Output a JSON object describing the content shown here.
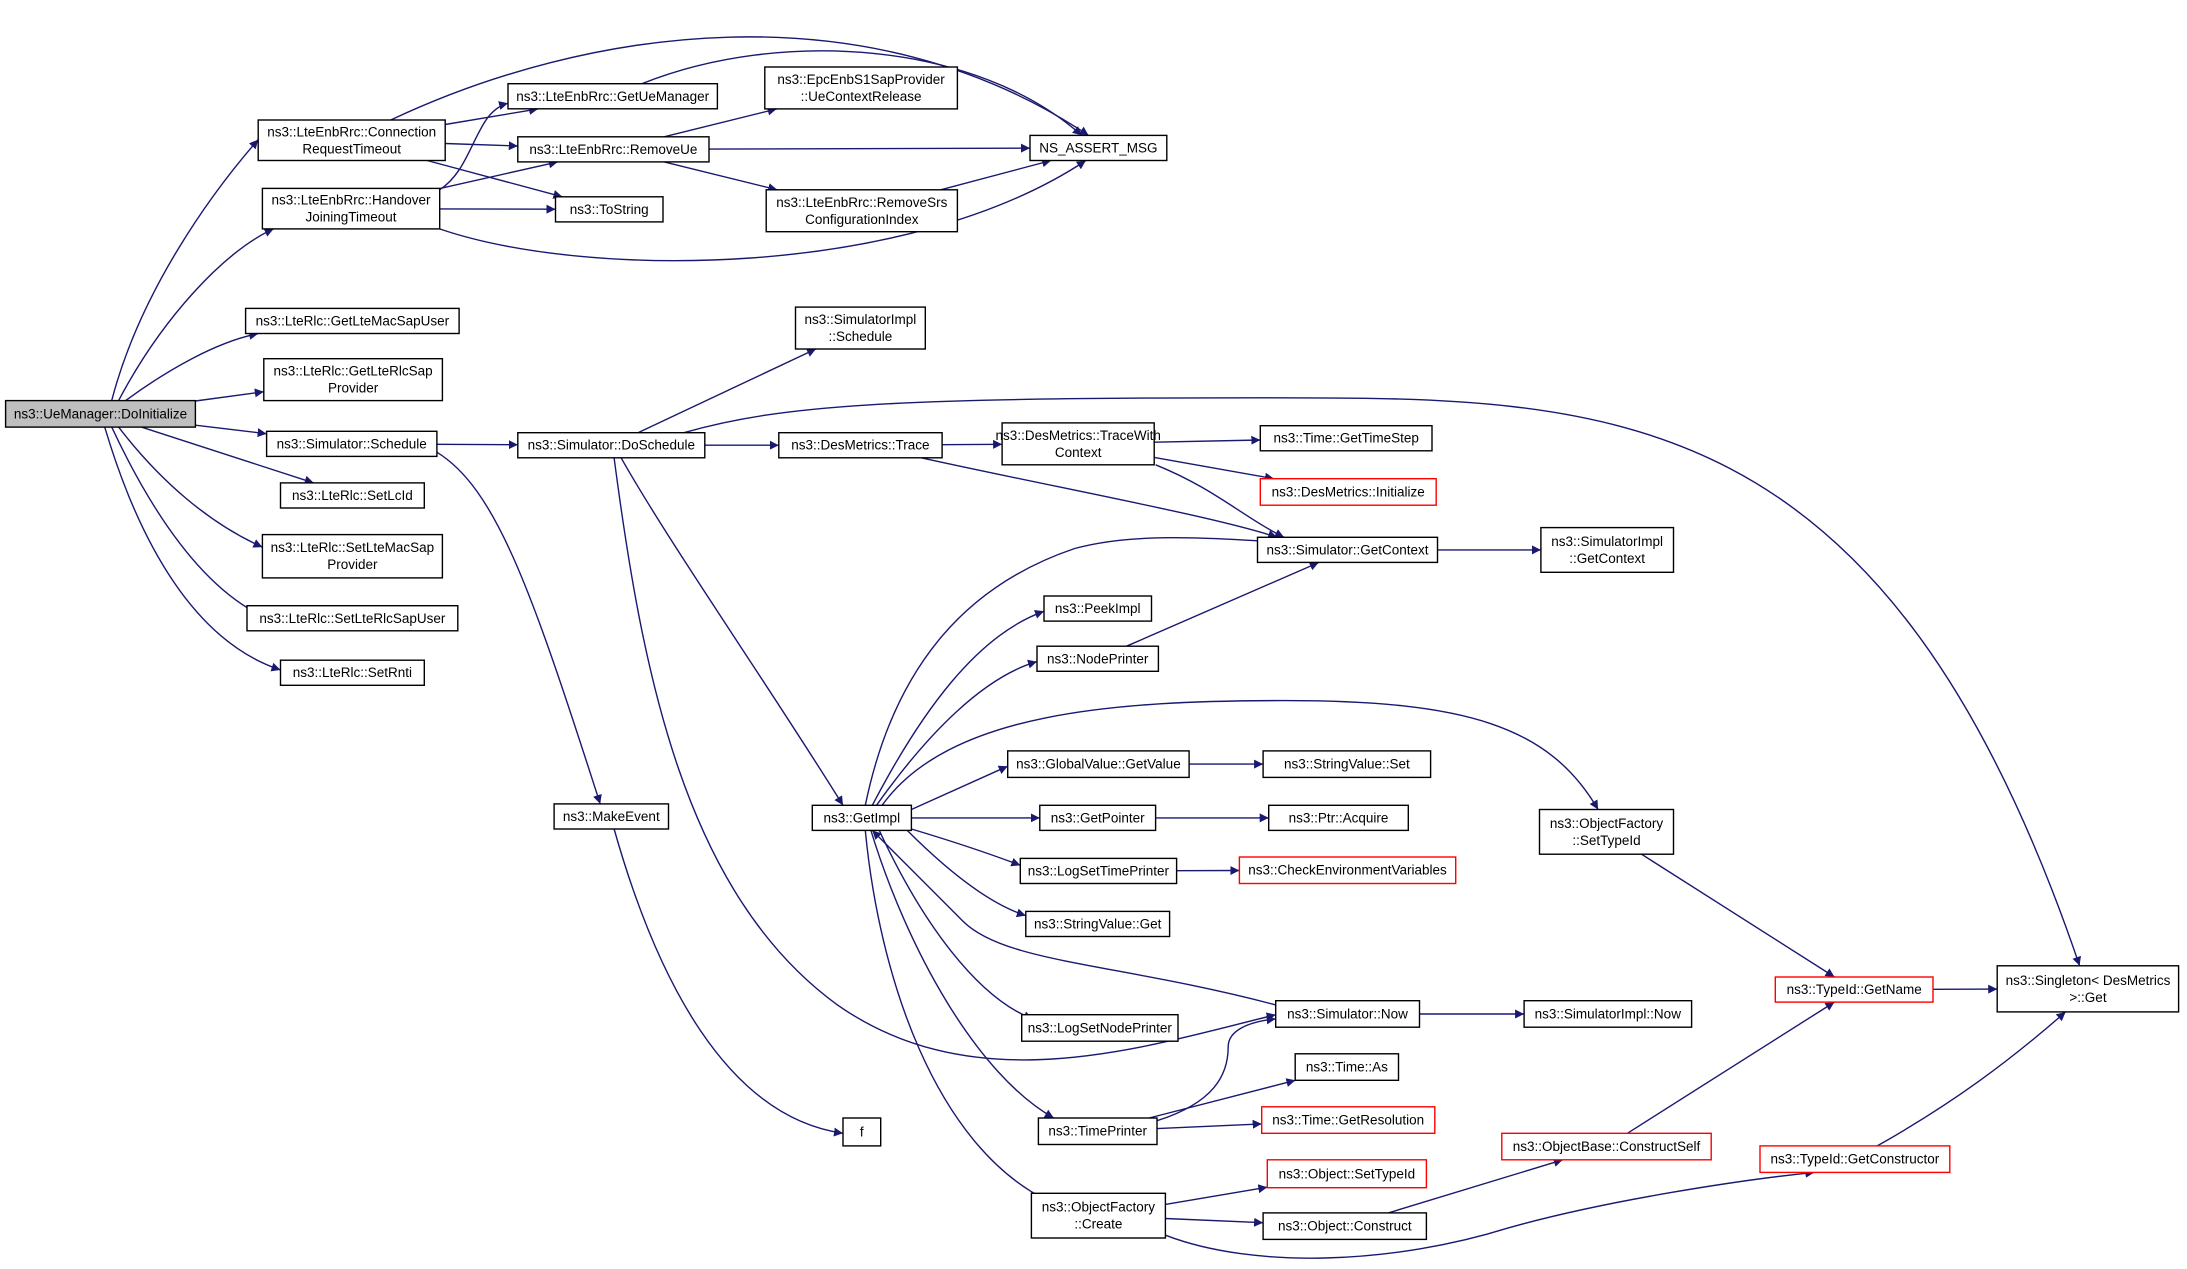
{
  "colors": {
    "edge": "#191970",
    "node_border": "#000000",
    "node_border_truncated": "#ff0000",
    "root_fill": "#bfbfbf",
    "node_fill": "#ffffff"
  },
  "nodes": [
    {
      "id": "root",
      "lines": [
        "ns3::UeManager::DoInitialize"
      ],
      "style": "root"
    },
    {
      "id": "conn_timeout",
      "lines": [
        "ns3::LteEnbRrc::Connection",
        "RequestTimeout"
      ],
      "style": "normal"
    },
    {
      "id": "ho_timeout",
      "lines": [
        "ns3::LteEnbRrc::Handover",
        "JoiningTimeout"
      ],
      "style": "normal"
    },
    {
      "id": "get_ue_manager",
      "lines": [
        "ns3::LteEnbRrc::GetUeManager"
      ],
      "style": "normal"
    },
    {
      "id": "remove_ue",
      "lines": [
        "ns3::LteEnbRrc::RemoveUe"
      ],
      "style": "normal"
    },
    {
      "id": "to_string",
      "lines": [
        "ns3::ToString"
      ],
      "style": "normal"
    },
    {
      "id": "ue_ctx_release",
      "lines": [
        "ns3::EpcEnbS1SapProvider",
        "::UeContextRelease"
      ],
      "style": "normal"
    },
    {
      "id": "remove_srs",
      "lines": [
        "ns3::LteEnbRrc::RemoveSrs",
        "ConfigurationIndex"
      ],
      "style": "normal"
    },
    {
      "id": "ns_assert",
      "lines": [
        "NS_ASSERT_MSG"
      ],
      "style": "normal"
    },
    {
      "id": "get_lte_mac_sap_user",
      "lines": [
        "ns3::LteRlc::GetLteMacSapUser"
      ],
      "style": "normal"
    },
    {
      "id": "get_lte_rlc_sap_provider",
      "lines": [
        "ns3::LteRlc::GetLteRlcSap",
        "Provider"
      ],
      "style": "normal"
    },
    {
      "id": "sim_schedule",
      "lines": [
        "ns3::Simulator::Schedule"
      ],
      "style": "normal"
    },
    {
      "id": "set_lcid",
      "lines": [
        "ns3::LteRlc::SetLcId"
      ],
      "style": "normal"
    },
    {
      "id": "set_lte_mac_sap_provider",
      "lines": [
        "ns3::LteRlc::SetLteMacSap",
        "Provider"
      ],
      "style": "normal"
    },
    {
      "id": "set_lte_rlc_sap_user",
      "lines": [
        "ns3::LteRlc::SetLteRlcSapUser"
      ],
      "style": "normal"
    },
    {
      "id": "set_rnti",
      "lines": [
        "ns3::LteRlc::SetRnti"
      ],
      "style": "normal"
    },
    {
      "id": "simimpl_schedule",
      "lines": [
        "ns3::SimulatorImpl",
        "::Schedule"
      ],
      "style": "normal"
    },
    {
      "id": "do_schedule",
      "lines": [
        "ns3::Simulator::DoSchedule"
      ],
      "style": "normal"
    },
    {
      "id": "des_trace",
      "lines": [
        "ns3::DesMetrics::Trace"
      ],
      "style": "normal"
    },
    {
      "id": "trace_with_ctx",
      "lines": [
        "ns3::DesMetrics::TraceWith",
        "Context"
      ],
      "style": "normal"
    },
    {
      "id": "get_time_step",
      "lines": [
        "ns3::Time::GetTimeStep"
      ],
      "style": "normal"
    },
    {
      "id": "des_initialize",
      "lines": [
        "ns3::DesMetrics::Initialize"
      ],
      "style": "truncated"
    },
    {
      "id": "sim_get_context",
      "lines": [
        "ns3::Simulator::GetContext"
      ],
      "style": "normal"
    },
    {
      "id": "simimpl_get_context",
      "lines": [
        "ns3::SimulatorImpl",
        "::GetContext"
      ],
      "style": "normal"
    },
    {
      "id": "peek_impl",
      "lines": [
        "ns3::PeekImpl"
      ],
      "style": "normal"
    },
    {
      "id": "node_printer",
      "lines": [
        "ns3::NodePrinter"
      ],
      "style": "normal"
    },
    {
      "id": "make_event",
      "lines": [
        "ns3::MakeEvent"
      ],
      "style": "normal"
    },
    {
      "id": "get_impl",
      "lines": [
        "ns3::GetImpl"
      ],
      "style": "normal"
    },
    {
      "id": "gv_get_value",
      "lines": [
        "ns3::GlobalValue::GetValue"
      ],
      "style": "normal"
    },
    {
      "id": "sv_set",
      "lines": [
        "ns3::StringValue::Set"
      ],
      "style": "normal"
    },
    {
      "id": "get_pointer",
      "lines": [
        "ns3::GetPointer"
      ],
      "style": "normal"
    },
    {
      "id": "ptr_acquire",
      "lines": [
        "ns3::Ptr::Acquire"
      ],
      "style": "normal"
    },
    {
      "id": "log_set_time_printer",
      "lines": [
        "ns3::LogSetTimePrinter"
      ],
      "style": "normal"
    },
    {
      "id": "check_env_vars",
      "lines": [
        "ns3::CheckEnvironmentVariables"
      ],
      "style": "truncated"
    },
    {
      "id": "sv_get",
      "lines": [
        "ns3::StringValue::Get"
      ],
      "style": "normal"
    },
    {
      "id": "of_set_type_id",
      "lines": [
        "ns3::ObjectFactory",
        "::SetTypeId"
      ],
      "style": "normal"
    },
    {
      "id": "sim_now",
      "lines": [
        "ns3::Simulator::Now"
      ],
      "style": "normal"
    },
    {
      "id": "simimpl_now",
      "lines": [
        "ns3::SimulatorImpl::Now"
      ],
      "style": "normal"
    },
    {
      "id": "typeid_get_name",
      "lines": [
        "ns3::TypeId::GetName"
      ],
      "style": "truncated"
    },
    {
      "id": "singleton_get",
      "lines": [
        "ns3::Singleton< DesMetrics",
        ">::Get"
      ],
      "style": "normal"
    },
    {
      "id": "log_set_node_printer",
      "lines": [
        "ns3::LogSetNodePrinter"
      ],
      "style": "normal"
    },
    {
      "id": "time_as",
      "lines": [
        "ns3::Time::As"
      ],
      "style": "normal"
    },
    {
      "id": "time_printer",
      "lines": [
        "ns3::TimePrinter"
      ],
      "style": "normal"
    },
    {
      "id": "time_get_resolution",
      "lines": [
        "ns3::Time::GetResolution"
      ],
      "style": "truncated"
    },
    {
      "id": "f",
      "lines": [
        "f"
      ],
      "style": "normal"
    },
    {
      "id": "ob_construct_self",
      "lines": [
        "ns3::ObjectBase::ConstructSelf"
      ],
      "style": "truncated"
    },
    {
      "id": "typeid_get_constructor",
      "lines": [
        "ns3::TypeId::GetConstructor"
      ],
      "style": "truncated"
    },
    {
      "id": "obj_set_type_id",
      "lines": [
        "ns3::Object::SetTypeId"
      ],
      "style": "truncated"
    },
    {
      "id": "of_create",
      "lines": [
        "ns3::ObjectFactory",
        "::Create"
      ],
      "style": "normal"
    },
    {
      "id": "obj_construct",
      "lines": [
        "ns3::Object::Construct"
      ],
      "style": "normal"
    }
  ],
  "edges": [
    [
      "root",
      "conn_timeout"
    ],
    [
      "root",
      "ho_timeout"
    ],
    [
      "root",
      "get_lte_mac_sap_user"
    ],
    [
      "root",
      "get_lte_rlc_sap_provider"
    ],
    [
      "root",
      "sim_schedule"
    ],
    [
      "root",
      "set_lcid"
    ],
    [
      "root",
      "set_lte_mac_sap_provider"
    ],
    [
      "root",
      "set_lte_rlc_sap_user"
    ],
    [
      "root",
      "set_rnti"
    ],
    [
      "conn_timeout",
      "ns_assert"
    ],
    [
      "conn_timeout",
      "get_ue_manager"
    ],
    [
      "conn_timeout",
      "remove_ue"
    ],
    [
      "conn_timeout",
      "to_string"
    ],
    [
      "ho_timeout",
      "get_ue_manager"
    ],
    [
      "ho_timeout",
      "remove_ue"
    ],
    [
      "ho_timeout",
      "to_string"
    ],
    [
      "ho_timeout",
      "ns_assert"
    ],
    [
      "get_ue_manager",
      "ns_assert"
    ],
    [
      "remove_ue",
      "ue_ctx_release"
    ],
    [
      "remove_ue",
      "ns_assert"
    ],
    [
      "remove_ue",
      "remove_srs"
    ],
    [
      "remove_srs",
      "ns_assert"
    ],
    [
      "sim_schedule",
      "do_schedule"
    ],
    [
      "sim_schedule",
      "make_event"
    ],
    [
      "do_schedule",
      "simimpl_schedule"
    ],
    [
      "do_schedule",
      "singleton_get"
    ],
    [
      "do_schedule",
      "des_trace"
    ],
    [
      "do_schedule",
      "get_impl"
    ],
    [
      "do_schedule",
      "sim_now"
    ],
    [
      "des_trace",
      "trace_with_ctx"
    ],
    [
      "des_trace",
      "sim_get_context"
    ],
    [
      "trace_with_ctx",
      "get_time_step"
    ],
    [
      "trace_with_ctx",
      "des_initialize"
    ],
    [
      "trace_with_ctx",
      "sim_get_context"
    ],
    [
      "sim_get_context",
      "simimpl_get_context"
    ],
    [
      "node_printer",
      "sim_get_context"
    ],
    [
      "make_event",
      "f"
    ],
    [
      "get_impl",
      "sim_get_context"
    ],
    [
      "get_impl",
      "peek_impl"
    ],
    [
      "get_impl",
      "node_printer"
    ],
    [
      "get_impl",
      "of_set_type_id"
    ],
    [
      "get_impl",
      "gv_get_value"
    ],
    [
      "get_impl",
      "get_pointer"
    ],
    [
      "get_impl",
      "log_set_time_printer"
    ],
    [
      "get_impl",
      "sv_get"
    ],
    [
      "get_impl",
      "log_set_node_printer"
    ],
    [
      "get_impl",
      "time_printer"
    ],
    [
      "get_impl",
      "of_create"
    ],
    [
      "sim_now",
      "get_impl"
    ],
    [
      "sim_now",
      "simimpl_now"
    ],
    [
      "gv_get_value",
      "sv_set"
    ],
    [
      "get_pointer",
      "ptr_acquire"
    ],
    [
      "log_set_time_printer",
      "check_env_vars"
    ],
    [
      "of_set_type_id",
      "typeid_get_name"
    ],
    [
      "typeid_get_name",
      "singleton_get"
    ],
    [
      "time_printer",
      "sim_now"
    ],
    [
      "time_printer",
      "time_as"
    ],
    [
      "time_printer",
      "time_get_resolution"
    ],
    [
      "of_create",
      "obj_set_type_id"
    ],
    [
      "of_create",
      "obj_construct"
    ],
    [
      "of_create",
      "typeid_get_constructor"
    ],
    [
      "obj_construct",
      "ob_construct_self"
    ],
    [
      "ob_construct_self",
      "typeid_get_name"
    ],
    [
      "typeid_get_constructor",
      "singleton_get"
    ]
  ]
}
